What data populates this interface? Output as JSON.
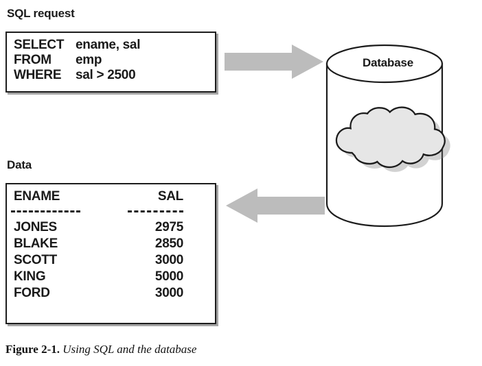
{
  "figure": {
    "caption_number": "Figure 2-1.",
    "caption_title": "Using SQL and the database"
  },
  "sql_request": {
    "label": "SQL request",
    "lines": [
      {
        "keyword": "SELECT",
        "value": "ename, sal"
      },
      {
        "keyword": "FROM",
        "value": "emp"
      },
      {
        "keyword": "WHERE",
        "value": "sal > 2500"
      }
    ]
  },
  "data_result": {
    "label": "Data",
    "columns": [
      "ENAME",
      "SAL"
    ],
    "rows": [
      {
        "ename": "JONES",
        "sal": "2975"
      },
      {
        "ename": "BLAKE",
        "sal": "2850"
      },
      {
        "ename": "SCOTT",
        "sal": "3000"
      },
      {
        "ename": "KING",
        "sal": "5000"
      },
      {
        "ename": "FORD",
        "sal": "3000"
      }
    ]
  },
  "database": {
    "label": "Database",
    "cloud_name": "cloud-shape"
  },
  "arrows": {
    "request_arrow_name": "arrow-right-request",
    "result_arrow_name": "arrow-left-result"
  },
  "colors": {
    "arrow_fill": "#bcbcbc",
    "cloud_fill": "#e6e6e6",
    "outline": "#1c1c1c",
    "shadow": "#9a9a9a",
    "background": "#ffffff"
  }
}
